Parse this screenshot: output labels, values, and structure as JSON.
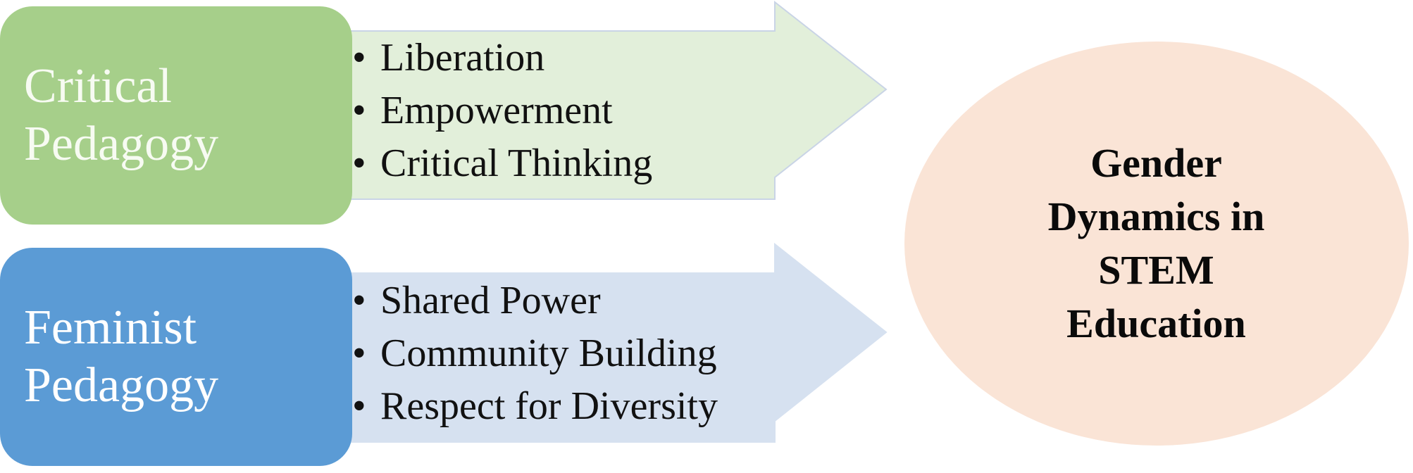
{
  "diagram": {
    "colors": {
      "critical_box": "#a6cf8a",
      "critical_arrow": "#e2efda",
      "feminist_box": "#5b9bd5",
      "feminist_arrow": "#d6e1f0",
      "arrow_outline": "#c9d4e6",
      "outcome_ellipse": "#fae4d6",
      "box_text": "#ffffff",
      "bullet_text": "#111111"
    },
    "inputs": [
      {
        "label_line1": "Critical",
        "label_line2": "Pedagogy",
        "bullet": "•",
        "points": [
          "Liberation",
          "Empowerment",
          "Critical Thinking"
        ]
      },
      {
        "label_line1": "Feminist",
        "label_line2": "Pedagogy",
        "bullet": "•",
        "points": [
          "Shared Power",
          "Community Building",
          "Respect for Diversity"
        ]
      }
    ],
    "outcome": {
      "lines": [
        "Gender",
        "Dynamics in",
        "STEM",
        "Education"
      ]
    }
  }
}
